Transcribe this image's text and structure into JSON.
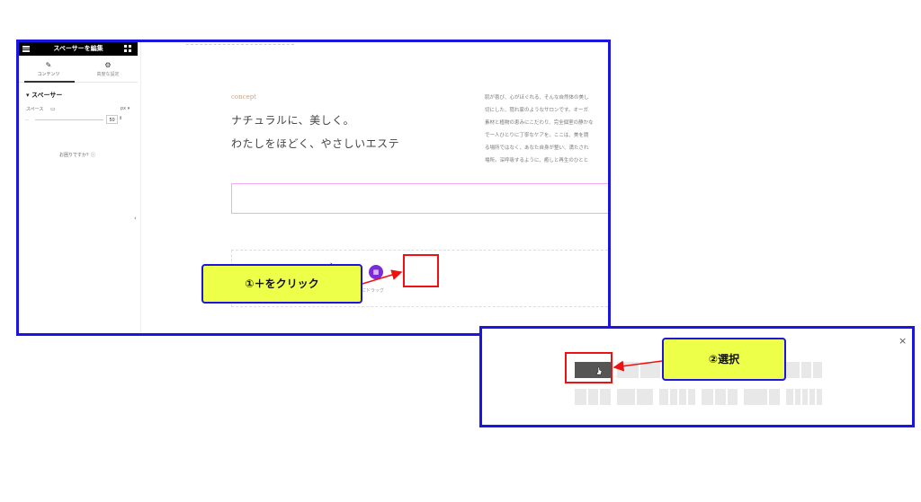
{
  "editor": {
    "panel_title": "スペーサーを編集",
    "tabs": [
      {
        "label": "コンテンツ",
        "icon": "pencil-icon"
      },
      {
        "label": "高度な設定",
        "icon": "gear-icon"
      }
    ],
    "section_title": "スペーサー",
    "space_label": "スペース",
    "unit": "px",
    "slider_min_label": "—",
    "space_value": "50",
    "help_text": "お困りですか？ⓘ"
  },
  "canvas": {
    "concept_label": "concept",
    "heading_line1": "ナチュラルに、美しく。",
    "heading_line2": "わたしをほどく、やさしいエステ",
    "paragraph_lines": [
      "肌が喜び、心がほぐれる、そんな自然体の美し",
      "切にした、隠れ家のようなサロンです。オーガ",
      "素材と植物の恵みにこだわり、完全個室の静かな",
      "で一人ひとりに丁寧なケアを。ここは、美を競",
      "る場所ではなく、あなた自身が整い、満たされ",
      "場所。深呼吸するように、癒しと再生のひとと"
    ],
    "drop_hint": "ウィジェットをここにドラッグ"
  },
  "callouts": {
    "step1": "①＋をクリック",
    "step2": "②選択"
  },
  "colors": {
    "frame_border": "#1a16e0",
    "callout_fill": "#eeff4a",
    "highlight": "#e11111",
    "accent_purple": "#7b2cd8",
    "spacer_outline": "#f5a9f2"
  }
}
